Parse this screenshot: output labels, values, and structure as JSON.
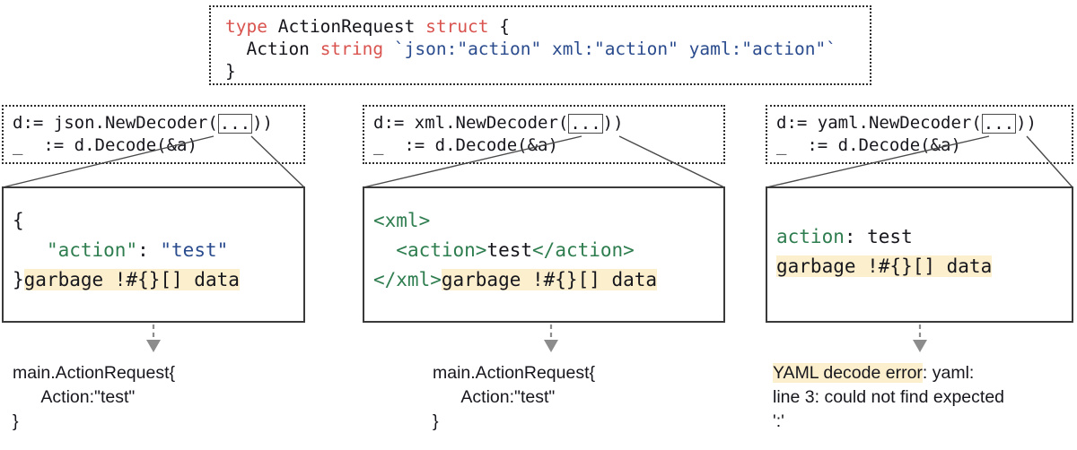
{
  "struct_definition": {
    "line1": {
      "kw_type": "type",
      "name": "ActionRequest",
      "kw_struct": "struct",
      "brace": "{"
    },
    "line2": {
      "field": "Action",
      "type": "string",
      "tag": "`json:\"action\" xml:\"action\" yaml:\"action\"`"
    },
    "line3": "}"
  },
  "columns": [
    {
      "id": "json",
      "decoder": {
        "line1_prefix": "d:= json.NewDecoder(",
        "dots": "...",
        "line1_suffix": "))",
        "line2": "_  := d.Decode(&a)"
      },
      "payload": {
        "line1": "{",
        "line2_key": "\"action\"",
        "line2_colon": ": ",
        "line2_value": "\"test\"",
        "line2_indent": "   ",
        "line3_prefix": "}",
        "line3_garbage": "garbage !#{}[] data"
      },
      "output": {
        "line1": "main.ActionRequest{",
        "line2": "      Action:\"test\"",
        "line3": "}",
        "error_prefix": "",
        "error_rest": ""
      }
    },
    {
      "id": "xml",
      "decoder": {
        "line1_prefix": "d:= xml.NewDecoder(",
        "dots": "...",
        "line1_suffix": "))",
        "line2": "_  := d.Decode(&a)"
      },
      "payload": {
        "line1": "<xml>",
        "line2_indent": "  ",
        "line2_open": "<action>",
        "line2_text": "test",
        "line2_close": "</action>",
        "line3_prefix": "</xml>",
        "line3_garbage": "garbage !#{}[] data"
      },
      "output": {
        "line1": "main.ActionRequest{",
        "line2": "      Action:\"test\"",
        "line3": "}",
        "error_prefix": "",
        "error_rest": ""
      }
    },
    {
      "id": "yaml",
      "decoder": {
        "line1_prefix": "d:= yaml.NewDecoder(",
        "dots": "...",
        "line1_suffix": "))",
        "line2": "_  := d.Decode(&a)"
      },
      "payload": {
        "line1_key": "action",
        "line1_rest": ": test",
        "line2_garbage": "garbage !#{}[] data"
      },
      "output": {
        "error_prefix": "YAML decode error",
        "error_rest": ": yaml:",
        "line2": "line 3: could not find expected",
        "line3": "':'"
      }
    }
  ],
  "colors": {
    "keyword_red": "#d9534f",
    "string_blue": "#2a4b8d",
    "tag_green": "#2e7d4f",
    "highlight_cream": "#fcefcd",
    "text_black": "#16161d",
    "border_gray": "#3a3a3a",
    "arrow_gray": "#8c8c8c"
  },
  "icons": {
    "arrow_down": "dashed-down-arrow-icon",
    "leader_line": "callout-leader-line-icon"
  }
}
